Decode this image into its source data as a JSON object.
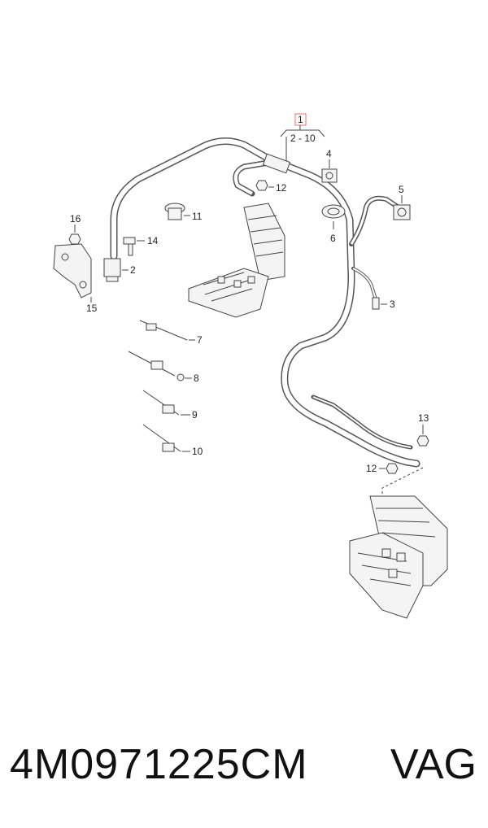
{
  "diagram": {
    "main_label": "1",
    "group_label": "2 - 10",
    "callouts": {
      "c2": "2",
      "c3": "3",
      "c4": "4",
      "c5": "5",
      "c6": "6",
      "c7": "7",
      "c8": "8",
      "c9": "9",
      "c10": "10",
      "c11": "11",
      "c12a": "12",
      "c12b": "12",
      "c13": "13",
      "c14": "14",
      "c15": "15",
      "c16": "16"
    },
    "colors": {
      "accent_box": "#e07070",
      "cable": "#555555",
      "line": "#444444"
    }
  },
  "footer": {
    "part_number": "4M0971225CM",
    "brand": "VAG"
  }
}
